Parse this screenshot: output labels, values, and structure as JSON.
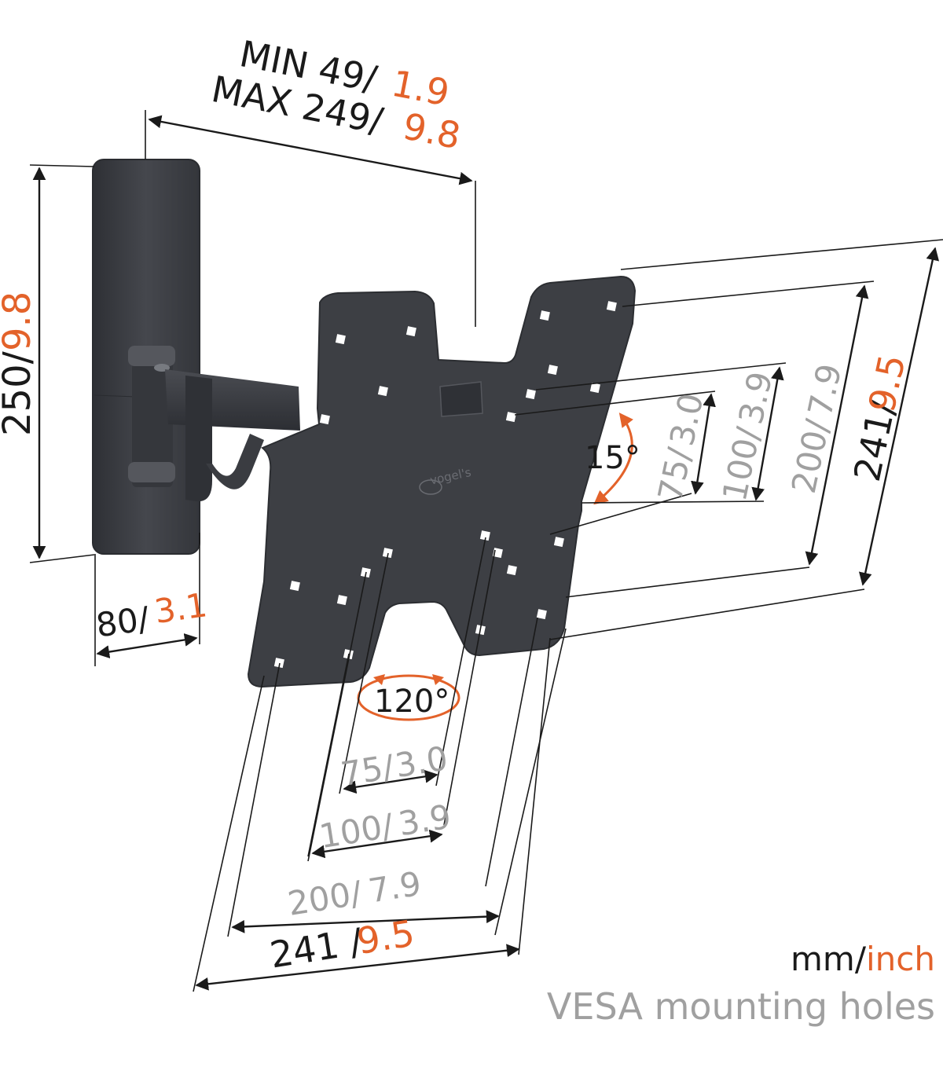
{
  "brand": "vogel's",
  "units": {
    "mm": "mm/",
    "inch": "inch"
  },
  "legend_note": "VESA mounting holes",
  "extension": {
    "min_mm": "MIN 49/",
    "min_in": "1.9",
    "max_mm": "MAX 249/",
    "max_in": "9.8"
  },
  "wall_plate": {
    "height_mm": "250/",
    "height_in": "9.8",
    "width_mm": "80/",
    "width_in": "3.1"
  },
  "tilt": "15°",
  "swivel": "120°",
  "vesa_vertical": [
    {
      "mm": "75/",
      "in": "3.0"
    },
    {
      "mm": "100/",
      "in": "3.9"
    },
    {
      "mm": "200/",
      "in": "7.9"
    },
    {
      "mm": "241/",
      "in": "9.5"
    }
  ],
  "vesa_horizontal": [
    {
      "mm": "75/",
      "in": "3.0"
    },
    {
      "mm": "100/",
      "in": "3.9"
    },
    {
      "mm": "200/",
      "in": "7.9"
    },
    {
      "mm": "241 /",
      "in": "9.5"
    }
  ],
  "colors": {
    "text_dark": "#1a1a1a",
    "accent": "#e3622a",
    "vesa_grey": "#a0a0a0",
    "metal": "#3d3f44"
  }
}
